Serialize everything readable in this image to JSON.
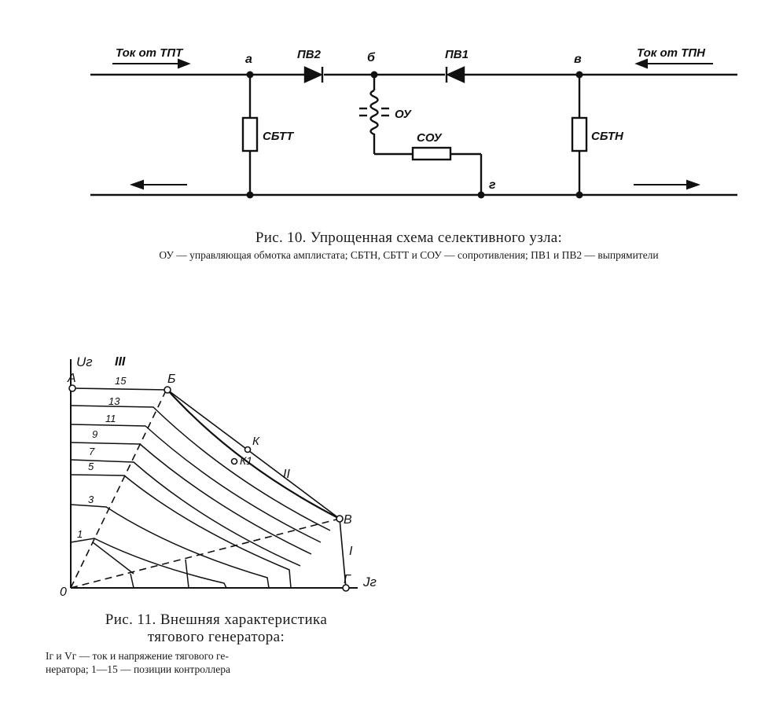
{
  "figure10": {
    "labels": {
      "current_tpt": "Ток от ТПТ",
      "current_tpn": "Ток от ТПН",
      "node_a": "а",
      "node_b": "б",
      "node_v": "в",
      "node_g": "г",
      "diode_pv2": "ПВ2",
      "diode_pv1": "ПВ1",
      "coil_ou": "ОУ",
      "res_sbtt": "СБТТ",
      "res_sou": "СОУ",
      "res_sbtn": "СБТН"
    },
    "caption": {
      "title": "Рис. 10. Упрощенная схема селективного узла:",
      "legend": "ОУ — управляющая обмотка амплистата; СБТН, СБТТ и СОУ — сопротивления; ПВ1 и ПВ2 — выпрямители"
    }
  },
  "figure11": {
    "labels": {
      "y_axis": "Uг",
      "x_axis": "Jг",
      "roman_3": "III",
      "roman_2": "II",
      "roman_1": "I",
      "point_A": "А",
      "point_B": "Б",
      "point_V": "В",
      "point_G": "Г",
      "point_K": "К",
      "point_K1": "К1",
      "origin": "0",
      "pos_15": "15",
      "pos_13": "13",
      "pos_11": "11",
      "pos_9": "9",
      "pos_7": "7",
      "pos_5": "5",
      "pos_3": "3",
      "pos_1": "1"
    },
    "caption": {
      "title_line1": "Рис. 11. Внешняя характеристика",
      "title_line2": "тягового генератора:",
      "legend_line1": "Iг и Vг — ток и напряжение тягового ге-",
      "legend_line2": "нератора; 1—15 — позиции контроллера"
    }
  }
}
